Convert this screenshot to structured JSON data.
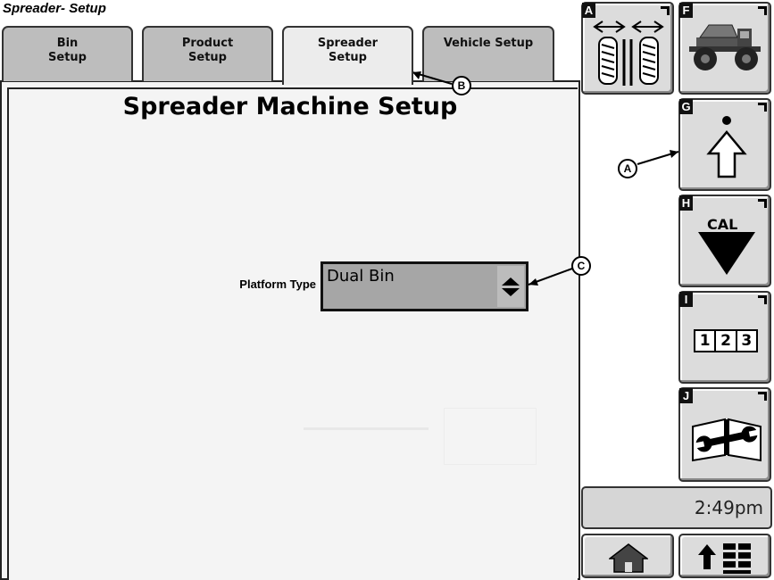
{
  "window": {
    "title": "Spreader- Setup"
  },
  "tabs": [
    {
      "line1": "Bin",
      "line2": "Setup",
      "active": false
    },
    {
      "line1": "Product",
      "line2": "Setup",
      "active": false
    },
    {
      "line1": "Spreader",
      "line2": "Setup",
      "active": true
    },
    {
      "line1": "Vehicle Setup",
      "line2": "",
      "active": false
    }
  ],
  "main": {
    "title": "Spreader Machine Setup",
    "platform_type": {
      "label": "Platform Type",
      "value": "Dual Bin"
    }
  },
  "softkeys": [
    {
      "key": "A",
      "icon": "track-width-icon"
    },
    {
      "key": "F",
      "icon": "spreader-vehicle-icon"
    },
    {
      "key": "G",
      "icon": "shift-up-arrow-icon"
    },
    {
      "key": "H",
      "label": "CAL",
      "icon": "calibration-down-triangle-icon"
    },
    {
      "key": "I",
      "icon": "numeric-entry-icon",
      "digits": [
        "1",
        "2",
        "3"
      ]
    },
    {
      "key": "J",
      "icon": "manual-wrench-icon"
    }
  ],
  "clock": {
    "time": "2:49pm"
  },
  "bottom_buttons": [
    {
      "icon": "home-icon"
    },
    {
      "icon": "menu-up-icon"
    }
  ],
  "callouts": {
    "a": "A",
    "b": "B",
    "c": "C"
  },
  "colors": {
    "panel": "#f4f4f4",
    "tab": "#bdbdbd",
    "active_tab": "#ececec",
    "button": "#dcdcdc",
    "select": "#a6a6a6"
  }
}
